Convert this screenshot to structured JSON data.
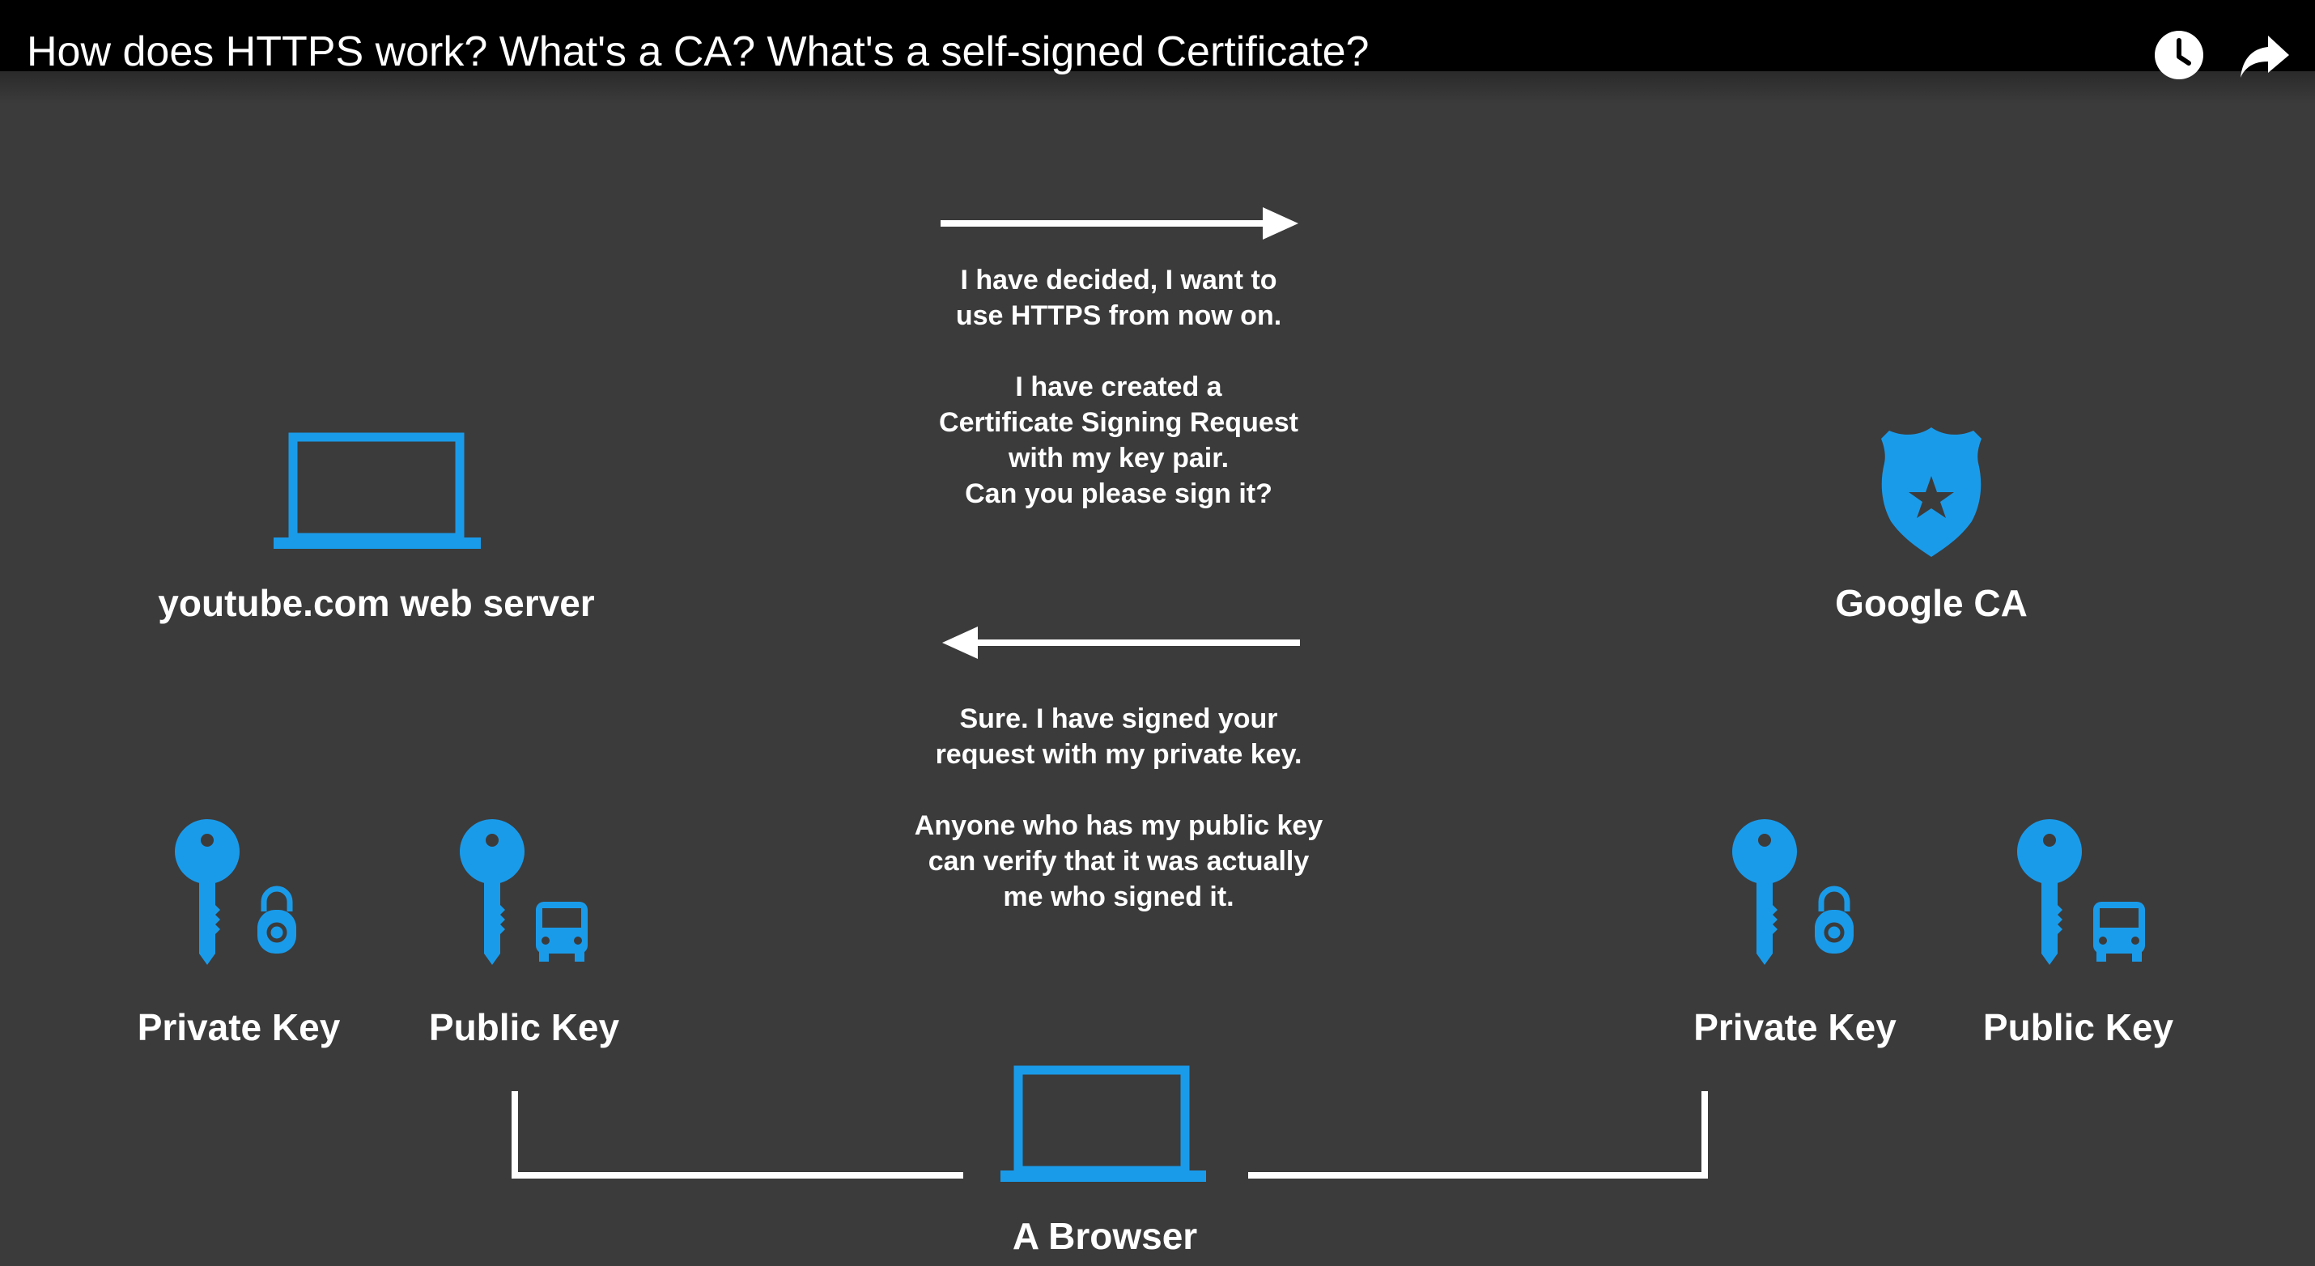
{
  "player": {
    "title": "How does HTTPS work? What's a CA? What's a self-signed Certificate?",
    "actions": [
      {
        "name": "watch-later",
        "icon": "clock-icon"
      },
      {
        "name": "share",
        "icon": "share-arrow-icon"
      }
    ]
  },
  "diagram": {
    "server": {
      "label": "youtube.com web server",
      "icon": "laptop-icon",
      "private_key_label": "Private Key",
      "public_key_label": "Public Key"
    },
    "ca": {
      "label": "Google CA",
      "icon": "police-badge-star-icon",
      "private_key_label": "Private Key",
      "public_key_label": "Public Key"
    },
    "browser": {
      "label": "A Browser",
      "icon": "laptop-icon"
    },
    "request_message": "I have decided, I want to\nuse HTTPS from now on.\n\nI have created a\nCertificate Signing Request\nwith my key pair.\nCan you please sign it?",
    "response_message": "Sure. I have signed your\nrequest with my private key.\n\nAnyone who has my public key\ncan verify that it was actually\nme who signed it.",
    "colors": {
      "background": "#3b3b3b",
      "accent": "#1a9bea",
      "text": "#ffffff"
    }
  }
}
